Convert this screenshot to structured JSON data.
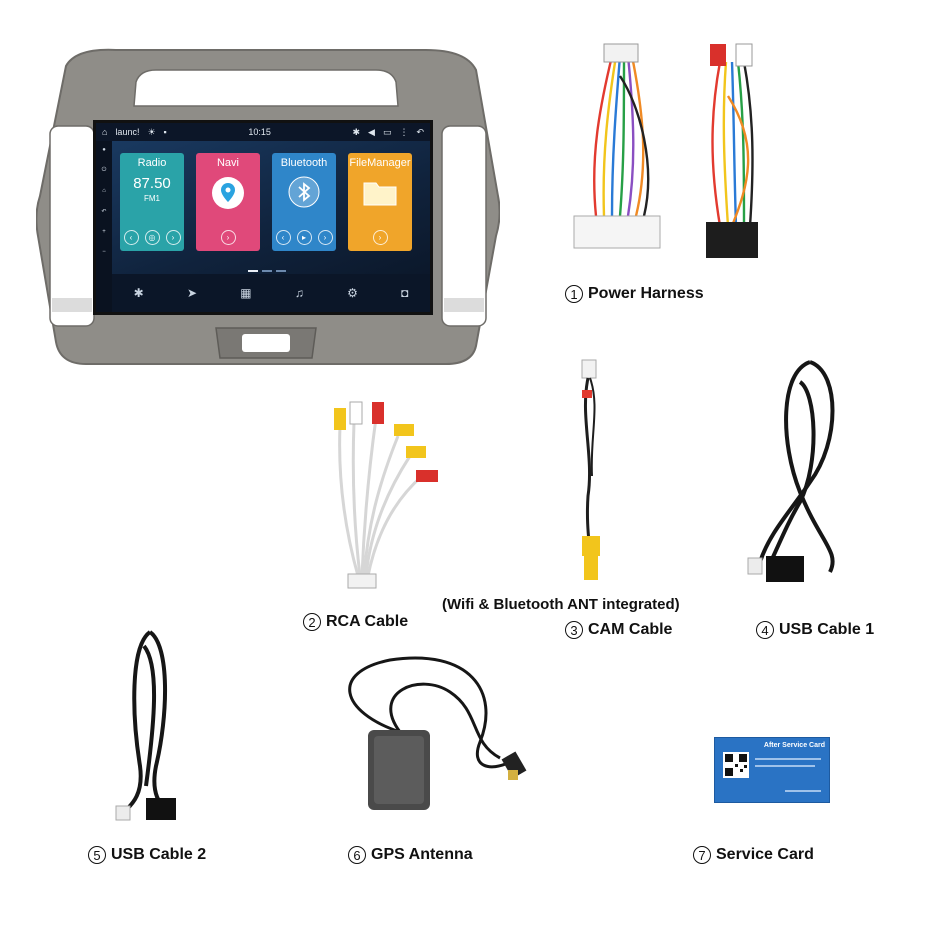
{
  "screen": {
    "status_app": "launc!",
    "status_time": "10:15",
    "tiles": [
      {
        "title": "Radio",
        "value": "87.50",
        "sub": "FM1",
        "color": "#2aa3a8"
      },
      {
        "title": "Navi",
        "color": "#e0497a"
      },
      {
        "title": "Bluetooth",
        "color": "#2f86c9"
      },
      {
        "title": "FileManager",
        "color": "#f0a52a"
      }
    ],
    "dock_icons": [
      "bluetooth-icon",
      "navigation-icon",
      "apps-icon",
      "music-icon",
      "settings-icon",
      "camera-icon"
    ]
  },
  "items": {
    "power_harness": {
      "num": "1",
      "label": "Power Harness"
    },
    "rca_cable": {
      "num": "2",
      "label": "RCA Cable"
    },
    "cam_cable": {
      "num": "3",
      "label": "CAM Cable",
      "note": "(Wifi & Bluetooth ANT integrated)"
    },
    "usb_cable_1": {
      "num": "4",
      "label": "USB Cable 1"
    },
    "usb_cable_2": {
      "num": "5",
      "label": "USB Cable 2"
    },
    "gps_antenna": {
      "num": "6",
      "label": "GPS Antenna"
    },
    "service_card": {
      "num": "7",
      "label": "Service Card",
      "card_title": "After Service Card"
    }
  },
  "colors": {
    "bezel": "#8d8b86",
    "card_blue": "#2a73c4",
    "rca_red": "#d9302b",
    "rca_yellow": "#f2c51c"
  }
}
